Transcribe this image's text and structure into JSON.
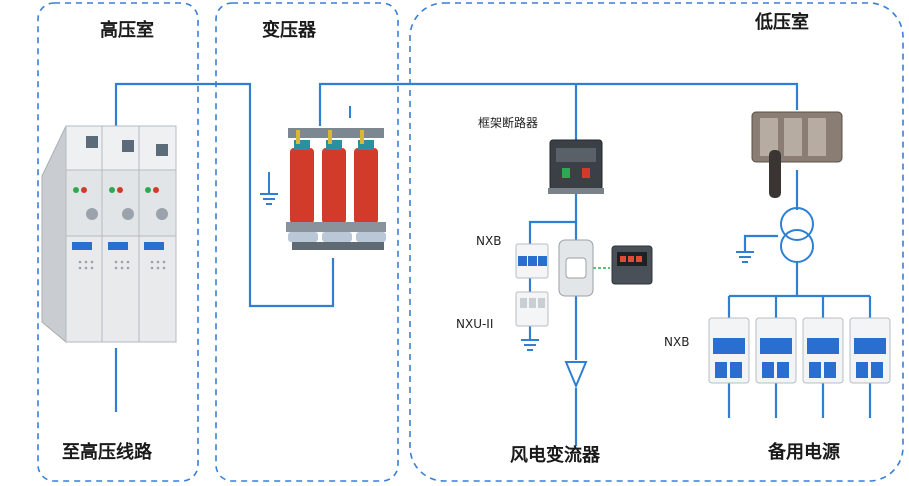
{
  "diagram": {
    "zones": {
      "high_voltage_room": "高压室",
      "transformer_room": "变压器",
      "low_voltage_room": "低压室"
    },
    "labels": {
      "frame_breaker": "框架断路器",
      "nxb_left": "NXB",
      "nxu": "NXU-II",
      "nxb_right": "NXB",
      "to_hv_line": "至高压线路",
      "to_wind_converter": "风电变流器",
      "backup_power": "备用电源"
    },
    "colors": {
      "wire": "#2f7fd2",
      "zone_border": "#3a7fd5",
      "transformer": "#d23a2a",
      "switchgear_body": "#e4e7ea",
      "breaker_accent": "#2a6fd0"
    },
    "icons": [
      "ground-icon",
      "transformer-symbol",
      "arrow-down-icon"
    ]
  }
}
